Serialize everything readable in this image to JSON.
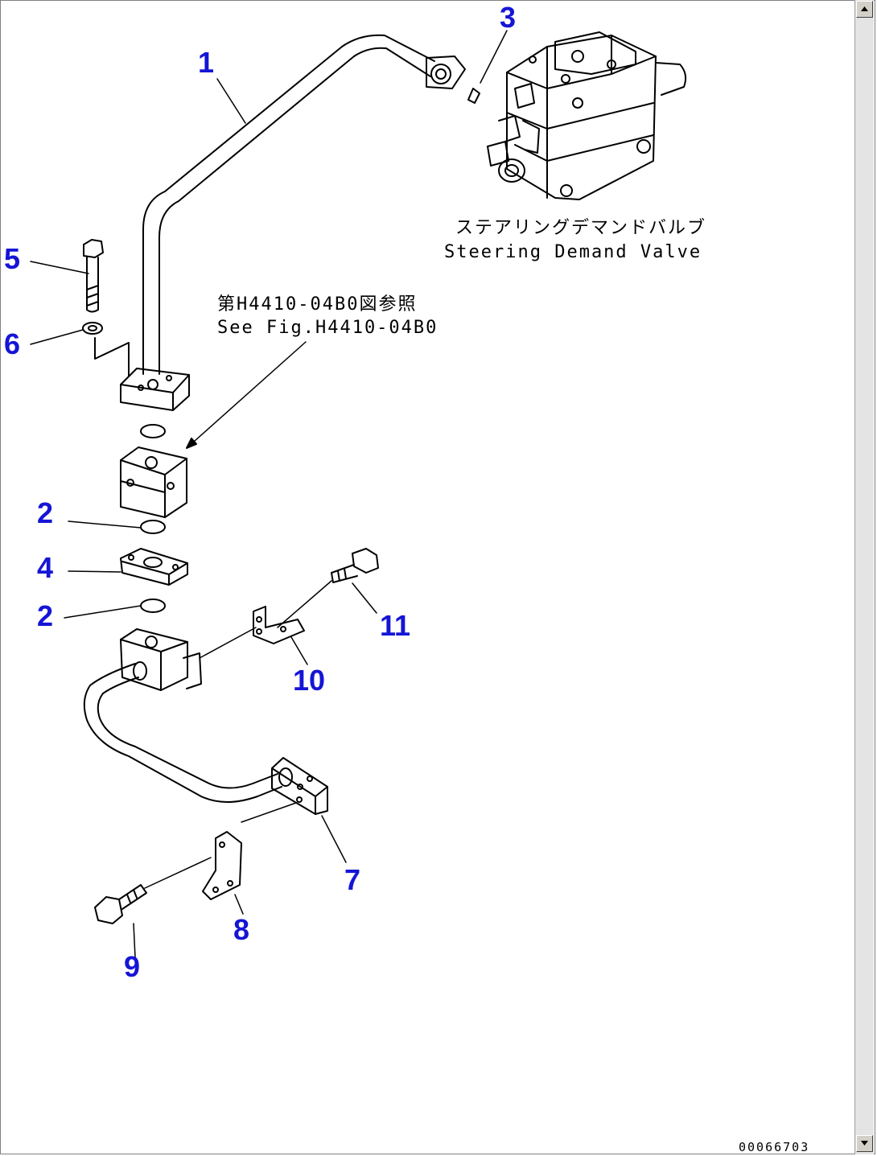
{
  "callouts": {
    "c1": "1",
    "c2a": "2",
    "c2b": "2",
    "c3": "3",
    "c4": "4",
    "c5": "5",
    "c6": "6",
    "c7": "7",
    "c8": "8",
    "c9": "9",
    "c10": "10",
    "c11": "11"
  },
  "valve_label": {
    "jp": "ステアリングデマンドバルブ",
    "en": "Steering Demand Valve"
  },
  "reference_note": {
    "jp": "第H4410-04B0図参照",
    "en": "See Fig.H4410-04B0"
  },
  "document_code": "00066703",
  "colors": {
    "callout": "#1515d6",
    "line": "#000000",
    "background": "#ffffff"
  },
  "scrollbar": {
    "up_icon": "arrow-up-icon",
    "down_icon": "arrow-down-icon"
  }
}
